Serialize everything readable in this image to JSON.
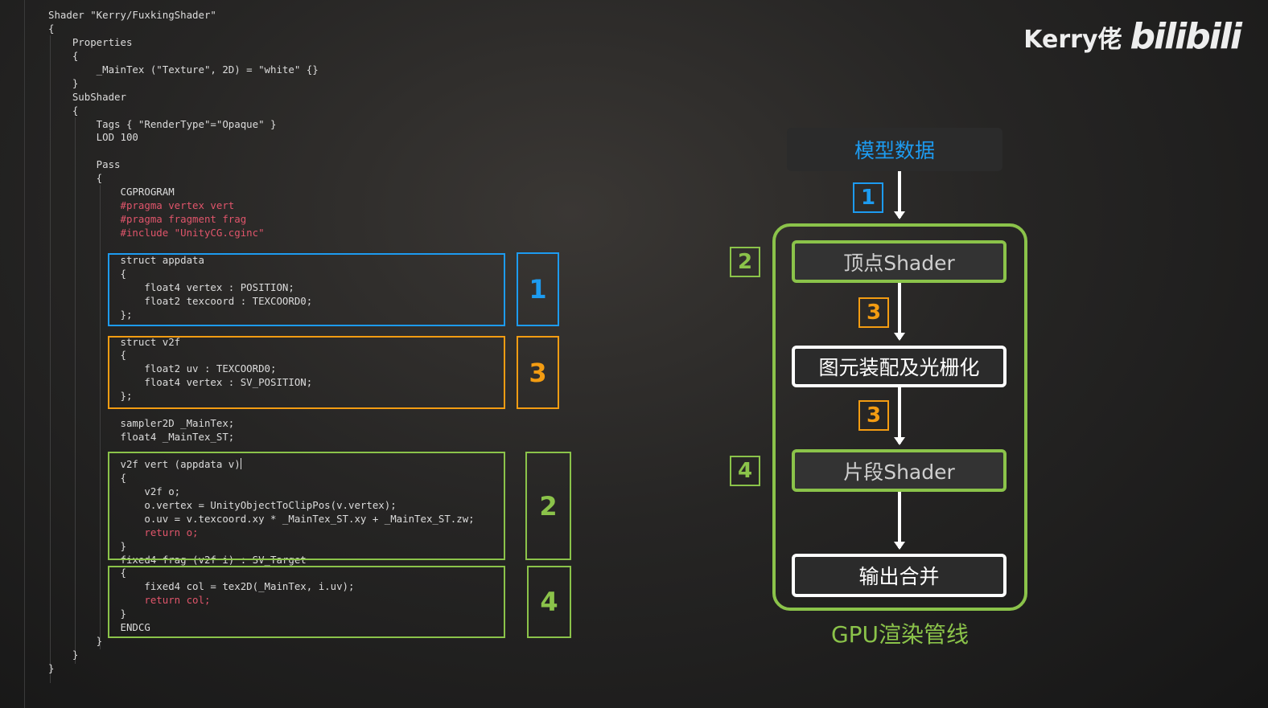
{
  "code": {
    "lines": [
      "Shader \"Kerry/FuxkingShader\"",
      "{",
      "    Properties",
      "    {",
      "        _MainTex (\"Texture\", 2D) = \"white\" {}",
      "    }",
      "    SubShader",
      "    {",
      "        Tags { \"RenderType\"=\"Opaque\" }",
      "        LOD 100",
      "",
      "        Pass",
      "        {",
      "            CGPROGRAM",
      "            #pragma vertex vert",
      "            #pragma fragment frag",
      "            #include \"UnityCG.cginc\"",
      "",
      "            struct appdata",
      "            {",
      "                float4 vertex : POSITION;",
      "                float2 texcoord : TEXCOORD0;",
      "            };",
      "",
      "            struct v2f",
      "            {",
      "                float2 uv : TEXCOORD0;",
      "                float4 vertex : SV_POSITION;",
      "            };",
      "",
      "            sampler2D _MainTex;",
      "            float4 _MainTex_ST;",
      "",
      "            v2f vert (appdata v)",
      "            {",
      "                v2f o;",
      "                o.vertex = UnityObjectToClipPos(v.vertex);",
      "                o.uv = v.texcoord.xy * _MainTex_ST.xy + _MainTex_ST.zw;",
      "                return o;",
      "            }",
      "            fixed4 frag (v2f i) : SV_Target",
      "            {",
      "                fixed4 col = tex2D(_MainTex, i.uv);",
      "                return col;",
      "            }",
      "            ENDCG",
      "        }",
      "    }",
      "}"
    ]
  },
  "code_labels": {
    "appdata": "1",
    "v2f": "3",
    "vert": "2",
    "frag": "4"
  },
  "logo": {
    "name": "Kerry佬",
    "brand": "bilibili"
  },
  "pipeline": {
    "model_data": "模型数据",
    "vertex_shader": "顶点Shader",
    "primitive_assembly": "图元装配及光栅化",
    "fragment_shader": "片段Shader",
    "output_merge": "输出合并",
    "caption": "GPU渲染管线",
    "badge_model_to_vertex": "1",
    "badge_vertex_group": "2",
    "badge_vertex_to_raster": "3",
    "badge_raster_to_fragment": "3",
    "badge_fragment_group": "4"
  },
  "colors": {
    "blue": "#1d9bf0",
    "orange": "#f39c12",
    "green": "#8bc34a",
    "white": "#ffffff"
  }
}
